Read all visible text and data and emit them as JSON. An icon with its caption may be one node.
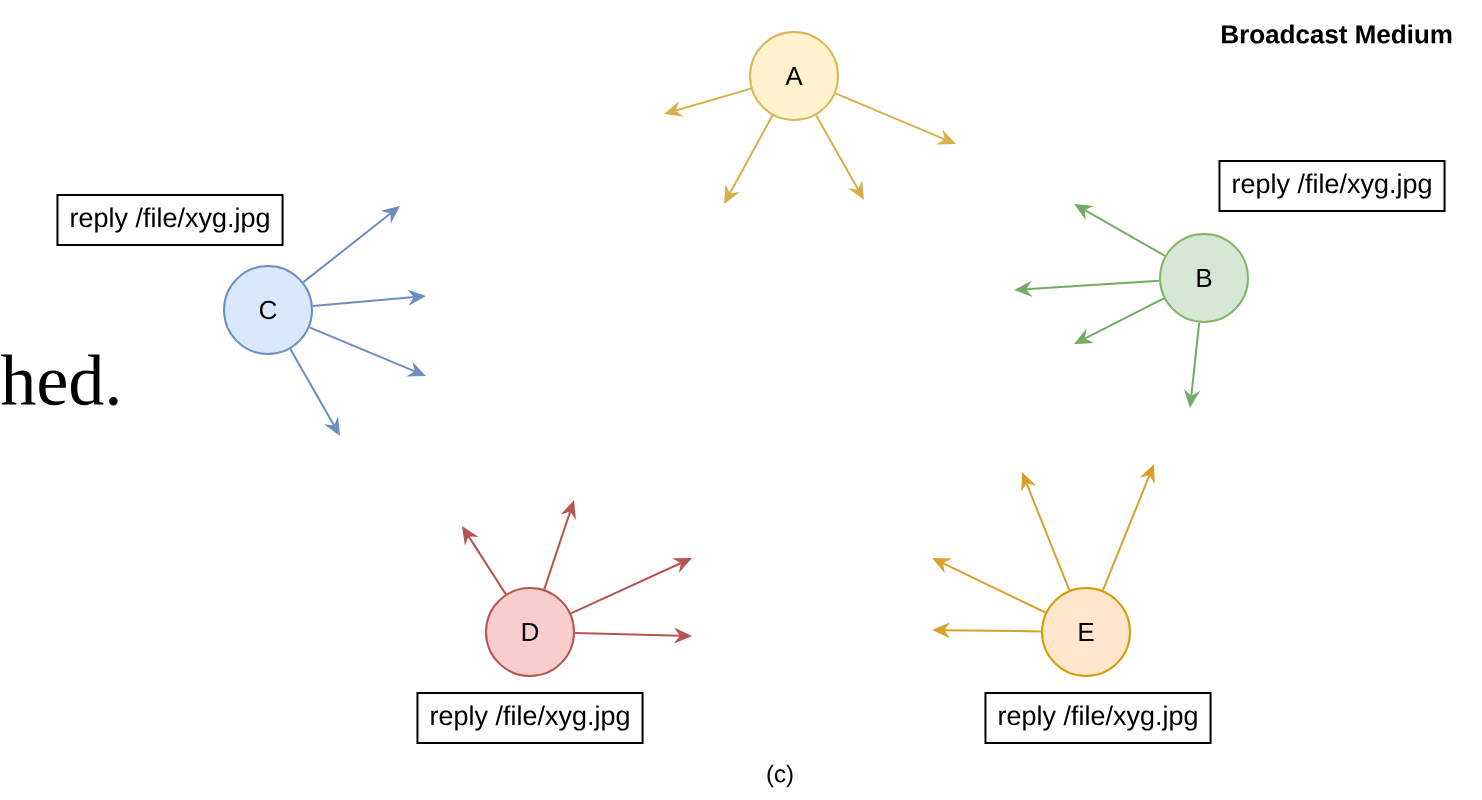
{
  "diagram": {
    "title": "Broadcast Medium",
    "caption": "(c)",
    "nodes": [
      {
        "text": [
          "A"
        ]
      },
      {
        "text": [
          "reply /file/xyg.jpg"
        ]
      },
      {
        "text": [
          "reply /file/xyg.jpg"
        ]
      },
      {
        "text": [
          "B"
        ]
      },
      {
        "text": [
          "C"
        ]
      },
      {
        "text": [
          "D"
        ]
      },
      {
        "text": [
          "E"
        ]
      },
      {
        "text": [
          "reply /file/xyg.jpg"
        ]
      },
      {
        "text": [
          "reply /file/xyg.jpg"
        ]
      }
    ],
    "edges": [
      {
        "from": 0,
        "to": null,
        "arrow": "to",
        "color": "#d6b04a"
      },
      {
        "from": 0,
        "to": null,
        "arrow": "to",
        "color": "#d6b04a"
      },
      {
        "from": 0,
        "to": null,
        "arrow": "to",
        "color": "#d6b04a"
      },
      {
        "from": 0,
        "to": null,
        "arrow": "to",
        "color": "#d6b04a"
      },
      {
        "from": 3,
        "to": null,
        "arrow": "to",
        "color": "#72ab62"
      },
      {
        "from": 3,
        "to": null,
        "arrow": "to",
        "color": "#72ab62"
      },
      {
        "from": 3,
        "to": null,
        "arrow": "to",
        "color": "#72ab62"
      },
      {
        "from": 3,
        "to": null,
        "arrow": "to",
        "color": "#72ab62"
      },
      {
        "from": 4,
        "to": null,
        "arrow": "to",
        "color": "#6c8ebf"
      },
      {
        "from": 4,
        "to": null,
        "arrow": "to",
        "color": "#6c8ebf"
      },
      {
        "from": 4,
        "to": null,
        "arrow": "to",
        "color": "#6c8ebf"
      },
      {
        "from": 4,
        "to": null,
        "arrow": "to",
        "color": "#6c8ebf"
      },
      {
        "from": 5,
        "to": null,
        "arrow": "to",
        "color": "#b85450"
      },
      {
        "from": 5,
        "to": null,
        "arrow": "to",
        "color": "#b85450"
      },
      {
        "from": 5,
        "to": null,
        "arrow": "to",
        "color": "#b85450"
      },
      {
        "from": 5,
        "to": null,
        "arrow": "to",
        "color": "#b85450"
      },
      {
        "from": 6,
        "to": null,
        "arrow": "to",
        "color": "#d9a02a"
      },
      {
        "from": 6,
        "to": null,
        "arrow": "to",
        "color": "#d9a02a"
      },
      {
        "from": 6,
        "to": null,
        "arrow": "to",
        "color": "#d9a02a"
      },
      {
        "from": 6,
        "to": null,
        "arrow": "to",
        "color": "#d9a02a"
      }
    ],
    "labels": [
      "hed."
    ]
  }
}
